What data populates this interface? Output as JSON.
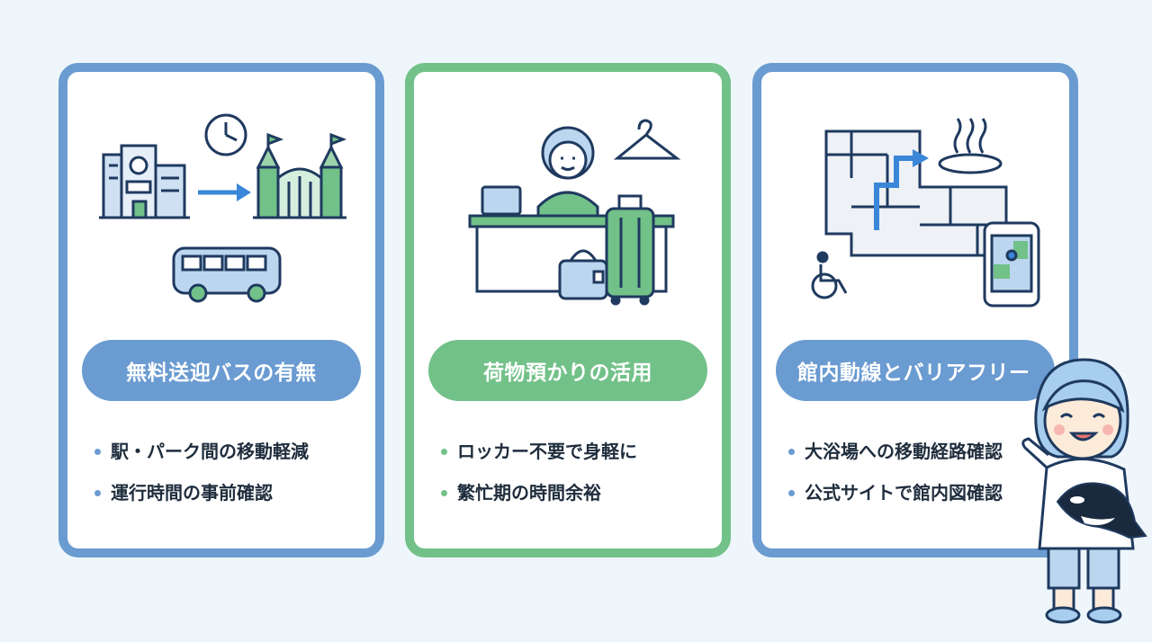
{
  "colors": {
    "blue": "#6a9bd1",
    "green": "#72c189",
    "dark": "#1f3a5f",
    "background": "#eef6fb"
  },
  "cards": [
    {
      "title": "無料送迎バスの有無",
      "bullets": [
        "駅・パーク間の移動軽減",
        "運行時間の事前確認"
      ],
      "icons": [
        "station-building-icon",
        "arrow-right-icon",
        "clock-icon",
        "castle-gate-icon",
        "shuttle-bus-icon"
      ]
    },
    {
      "title": "荷物預かりの活用",
      "bullets": [
        "ロッカー不要で身軽に",
        "繁忙期の時間余裕"
      ],
      "icons": [
        "receptionist-icon",
        "hanger-icon",
        "laptop-icon",
        "suitcase-icon",
        "handbag-icon"
      ]
    },
    {
      "title": "館内動線とバリアフリー",
      "bullets": [
        "大浴場への移動経路確認",
        "公式サイトで館内図確認"
      ],
      "icons": [
        "floor-map-icon",
        "hot-spring-icon",
        "wheelchair-icon",
        "smartphone-map-icon"
      ]
    }
  ],
  "mascot": {
    "icons": [
      "girl-mascot-icon",
      "orca-plush-icon"
    ]
  }
}
